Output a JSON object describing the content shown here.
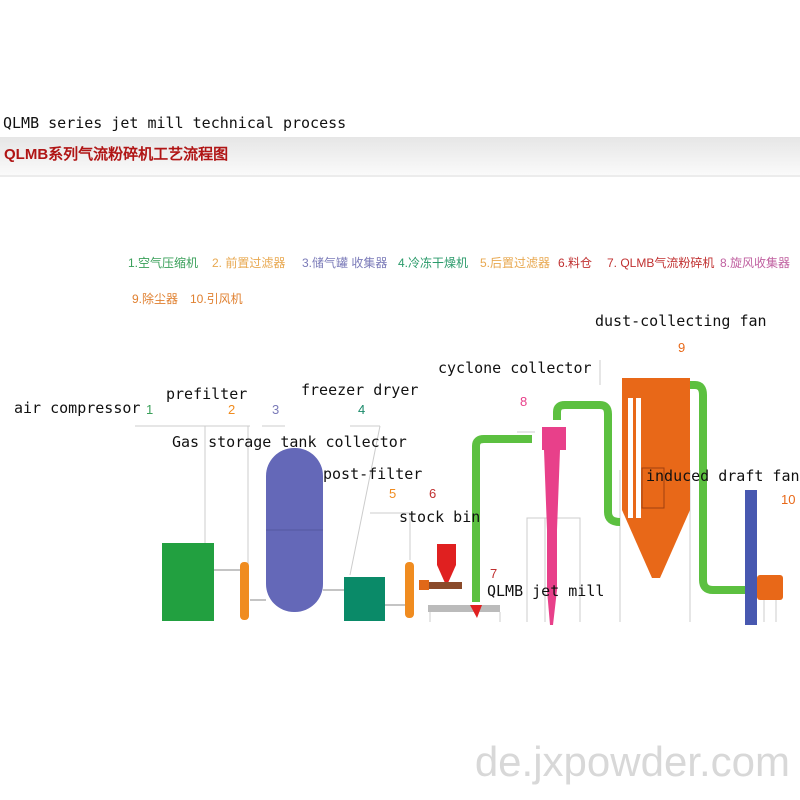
{
  "header": {
    "title": "QLMB series jet mill technical process",
    "chinese_title": "QLMB系列气流粉碎机工艺流程图"
  },
  "legend": [
    {
      "text": "1.空气压缩机",
      "color": "#3aa05a"
    },
    {
      "text": "2. 前置过滤器",
      "color": "#e8a850"
    },
    {
      "text": "3.储气罐 收集器",
      "color": "#7a7ab8"
    },
    {
      "text": "4.冷冻干燥机",
      "color": "#2a9a6a"
    },
    {
      "text": "5.后置过滤器",
      "color": "#e8a850"
    },
    {
      "text": "6.料仓",
      "color": "#c03030"
    },
    {
      "text": "7. QLMB气流粉碎机",
      "color": "#c03030"
    },
    {
      "text": "8.旋风收集器",
      "color": "#c060a0"
    },
    {
      "text": "9.除尘器",
      "color": "#e08030"
    },
    {
      "text": "10.引风机",
      "color": "#e08030"
    }
  ],
  "labels": {
    "air_compressor": "air compressor",
    "prefilter": "prefilter",
    "freezer_dryer": "freezer dryer",
    "cyclone_collector": "cyclone collector",
    "dust_collecting_fan": "dust-collecting fan",
    "gas_storage": "Gas storage tank collector",
    "post_filter": "post-filter",
    "stock_bin": "stock bin",
    "jet_mill": "QLMB jet mill",
    "induced_draft_fan": "induced draft fan"
  },
  "numbers": [
    "1",
    "2",
    "3",
    "4",
    "5",
    "6",
    "7",
    "8",
    "9",
    "10"
  ],
  "colors": {
    "compressor": "#22a040",
    "filter": "#f08c20",
    "tank": "#6468b8",
    "dryer": "#0a8a68",
    "bin": "#e02020",
    "pipe": "#5cc040",
    "cyclone": "#e8408a",
    "dust": "#e86818",
    "fan_column": "#4858b0"
  },
  "watermark": "de.jxpowder.com"
}
